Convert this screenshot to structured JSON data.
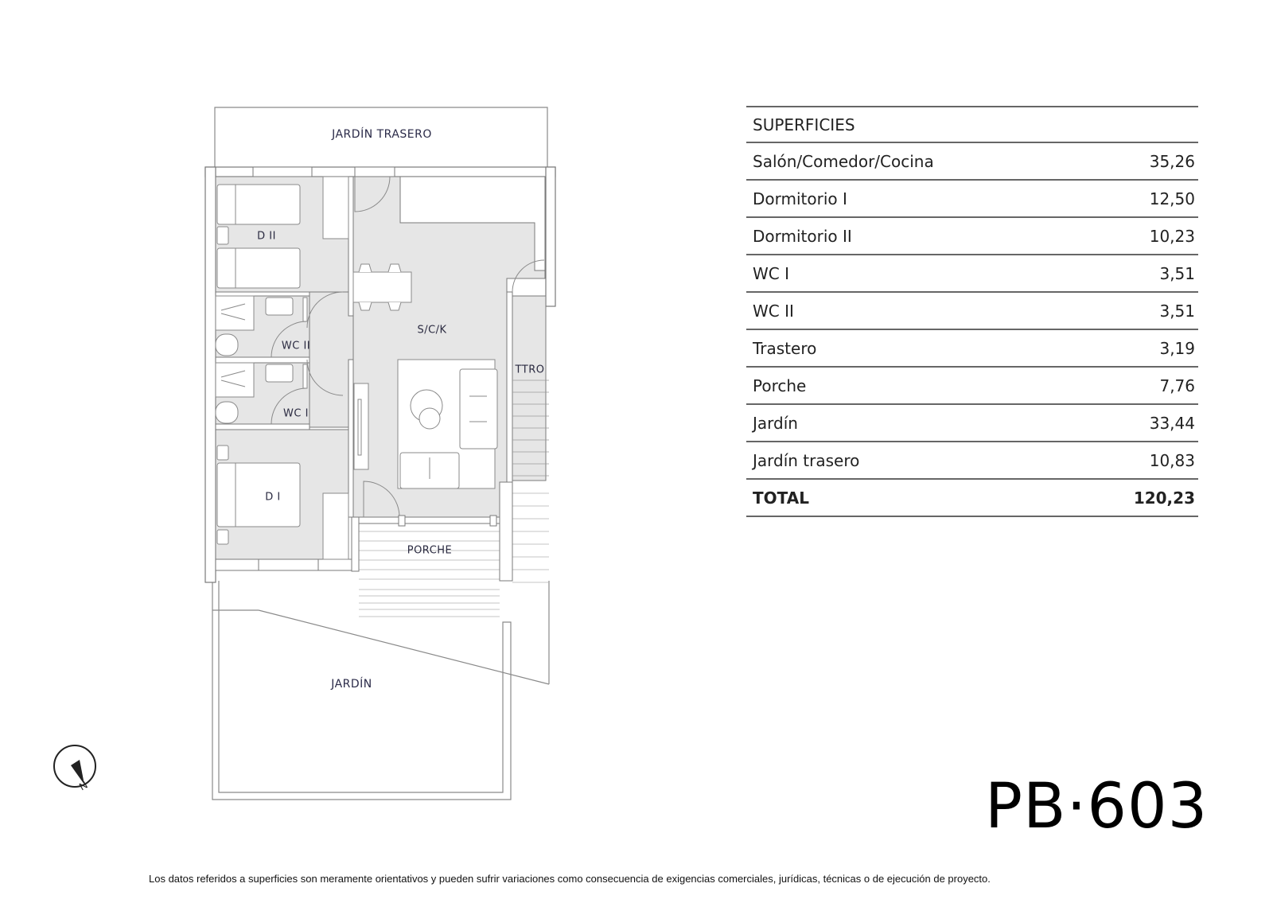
{
  "floorplan": {
    "rooms": {
      "jardin_trasero": "JARDÍN TRASERO",
      "d_ii": "D II",
      "wc_ii": "WC II",
      "wc_i": "WC I",
      "d_i": "D I",
      "sck": "S/C/K",
      "ttro": "TTRO",
      "porche": "PORCHE",
      "jardin": "JARDÍN"
    },
    "colors": {
      "floor_fill": "#e6e6e6",
      "wall_line": "#7a7a7a",
      "furniture_fill": "#ffffff",
      "label_color": "#2a2a40"
    },
    "compass": {
      "label": "N"
    }
  },
  "superficies": {
    "title": "SUPERFICIES",
    "rows": [
      {
        "label": "Salón/Comedor/Cocina",
        "value": "35,26"
      },
      {
        "label": "Dormitorio I",
        "value": "12,50"
      },
      {
        "label": "Dormitorio II",
        "value": "10,23"
      },
      {
        "label": "WC I",
        "value": "3,51"
      },
      {
        "label": "WC II",
        "value": "3,51"
      },
      {
        "label": "Trastero",
        "value": "3,19"
      },
      {
        "label": "Porche",
        "value": "7,76"
      },
      {
        "label": "Jardín",
        "value": "33,44"
      },
      {
        "label": "Jardín trasero",
        "value": "10,83"
      }
    ],
    "total": {
      "label": "TOTAL",
      "value": "120,23"
    }
  },
  "unit_id": "PB·603",
  "disclaimer": "Los datos referidos a superficies son meramente orientativos y pueden sufrir variaciones como consecuencia de exigencias comerciales, jurídicas, técnicas o de ejecución de proyecto."
}
